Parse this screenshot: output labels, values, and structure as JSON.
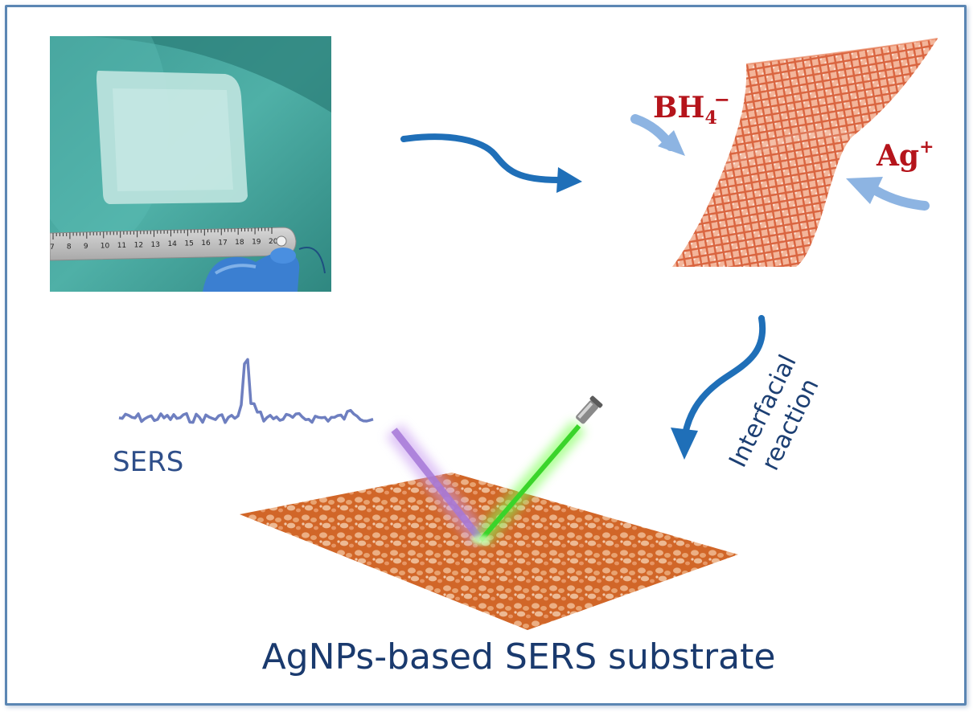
{
  "labels": {
    "bh4": {
      "base": "BH",
      "sub": "4",
      "sup": "−"
    },
    "ag": {
      "base": "Ag",
      "sup": "+"
    },
    "interfacial_line1": "Interfacial",
    "interfacial_line2": "reaction",
    "sers": "SERS",
    "caption": "AgNPs-based SERS substrate"
  },
  "photo": {
    "ruler_ticks": [
      "7",
      "8",
      "9",
      "10",
      "11",
      "12",
      "13",
      "14",
      "15",
      "16",
      "17",
      "18",
      "19",
      "20"
    ]
  },
  "colors": {
    "frame": "#5b86b3",
    "arrow": "#1f6fb8",
    "ion_arrow": "#8db4e2",
    "ion_label": "#b5141b",
    "mesh": "#e8855f",
    "substrate": "#d9773a",
    "spectrum": "#6e7fc0",
    "caption": "#1a3a6e",
    "laser_in": "#39d62a",
    "laser_out": "#b07ad6"
  }
}
